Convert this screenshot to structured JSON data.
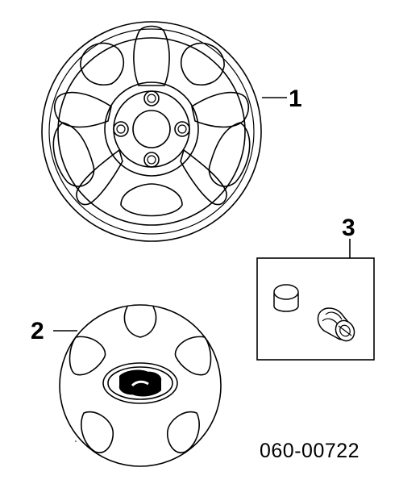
{
  "callouts": {
    "wheel": "1",
    "cover": "2",
    "kit": "3"
  },
  "part_number": "060-00722"
}
